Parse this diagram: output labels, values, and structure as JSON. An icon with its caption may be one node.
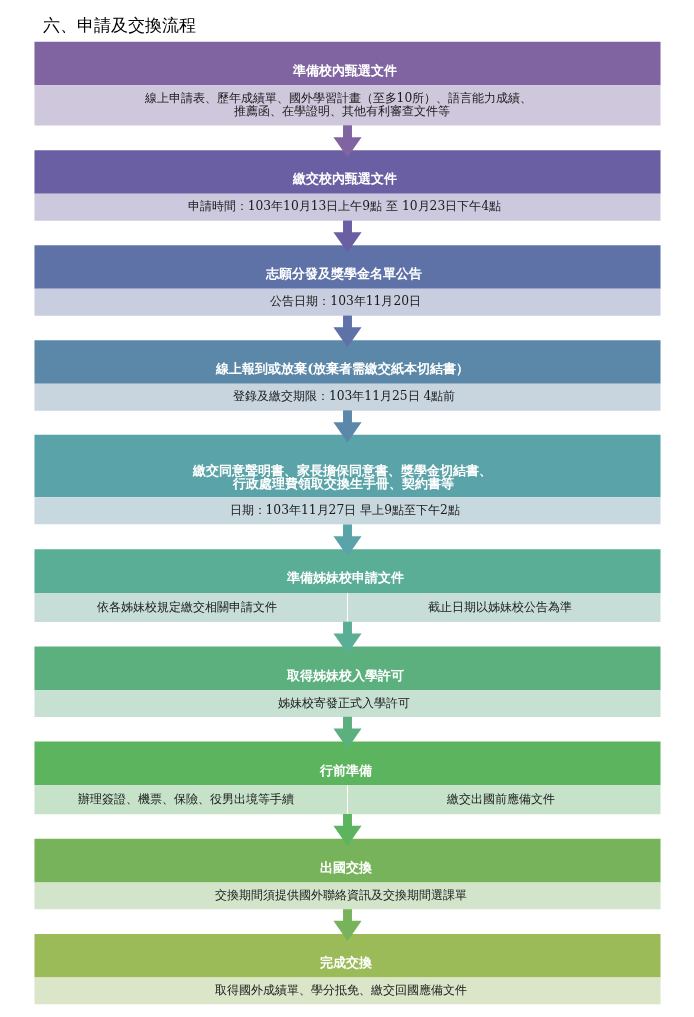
{
  "diagram": {
    "title": "六、申請及交換流程",
    "nodes": [
      {
        "text": [
          "準備校內甄選文件",
          "線上申請表、歷年成績單、國外學習計畫（至多10所）、語言能力成績、推薦函、在學證明、其他有利審查文件等"
        ]
      },
      {
        "text": [
          "繳交校內甄選文件",
          "申請時間：103年10月13日上午9點 至 10月23日下午4點"
        ]
      },
      {
        "text": [
          "志願分發及獎學金名單公告",
          "公告日期：103年11月20日"
        ]
      },
      {
        "text": [
          "線上報到或放棄(放棄者需繳交紙本切結書）",
          "登錄及繳交期限：103年11月25日 4點前"
        ]
      },
      {
        "text": [
          "繳交同意聲明書、家長擔保同意書、獎學金切結書、行政處理費領取交換生手冊、契約書等",
          "日期：103年11月27日 早上9點至下午2點"
        ]
      },
      {
        "text": [
          "準備姊妹校申請文件",
          "依各姊妹校規定繳交相關申請文件",
          "截止日期以姊妹校公告為準"
        ]
      },
      {
        "text": [
          "取得姊妹校入學許可",
          "姊妹校寄發正式入學許可"
        ]
      },
      {
        "text": [
          "行前準備",
          "辦理簽證、機票、保險、役男出境等手續",
          "繳交出國前應備文件"
        ]
      },
      {
        "text": [
          "出國交換",
          "交換期間須提供國外聯絡資訊及交換期間選課單"
        ]
      },
      {
        "text": [
          "完成交換",
          "取得國外成績單、學分抵免、繳交回國應備文件"
        ]
      }
    ],
    "edges": [
      {
        "from": 0,
        "to": 1,
        "arrow": "to",
        "color": "#8064a2"
      },
      {
        "from": 1,
        "to": 2,
        "arrow": "to",
        "color": "#6a5fa3"
      },
      {
        "from": 2,
        "to": 3,
        "arrow": "to",
        "color": "#5f72a8"
      },
      {
        "from": 3,
        "to": 4,
        "arrow": "to",
        "color": "#5b88a8"
      },
      {
        "from": 4,
        "to": 5,
        "arrow": "to",
        "color": "#5aa3a8"
      },
      {
        "from": 5,
        "to": 6,
        "arrow": "to",
        "color": "#5bae96"
      },
      {
        "from": 6,
        "to": 7,
        "arrow": "to",
        "color": "#5bb07e"
      },
      {
        "from": 7,
        "to": 8,
        "arrow": "to",
        "color": "#5cb45f"
      },
      {
        "from": 8,
        "to": 9,
        "arrow": "to",
        "color": "#77b35a"
      }
    ]
  }
}
